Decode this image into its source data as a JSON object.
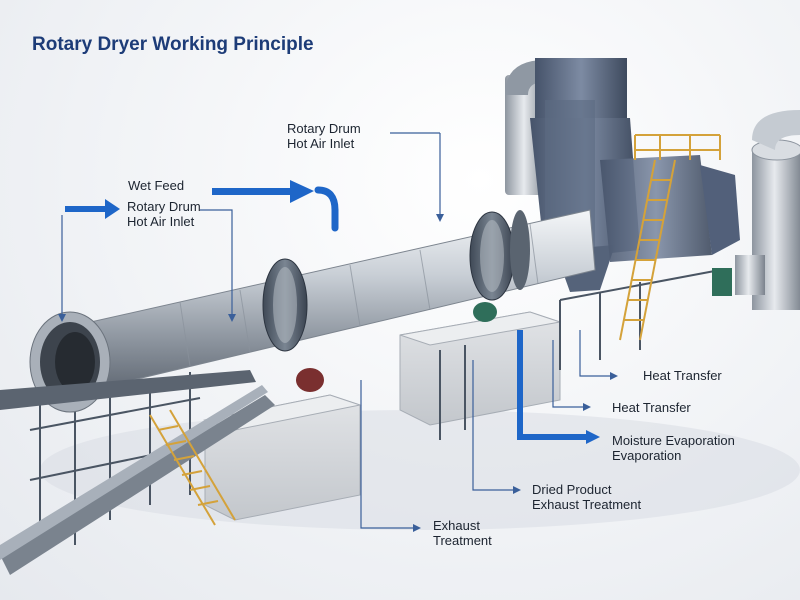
{
  "title": "Rotary Dryer Working Principle",
  "labels": {
    "rotary_drum_top_line1": "Rotary Drum",
    "rotary_drum_top_line2": "Hot Air Inlet",
    "wet_feed": "Wet Feed",
    "rotary_drum_left_line1": "Rotary Drum",
    "rotary_drum_left_line2": "Hot Air Inlet",
    "heat_transfer_1": "Heat Transfer",
    "heat_transfer_2": "Heat Transfer",
    "moisture_line1": "Moisture Evaporation",
    "moisture_line2": "Evaporation",
    "dried_line1": "Dried Product",
    "dried_line2": "Exhaust Treatment",
    "exhaust_line1": "Exhaust",
    "exhaust_line2": "Treatment"
  },
  "colors": {
    "accent": "#1e66c8",
    "title": "#1d3c78",
    "steel": "#b8c0ca",
    "structure": "#4a5563"
  }
}
